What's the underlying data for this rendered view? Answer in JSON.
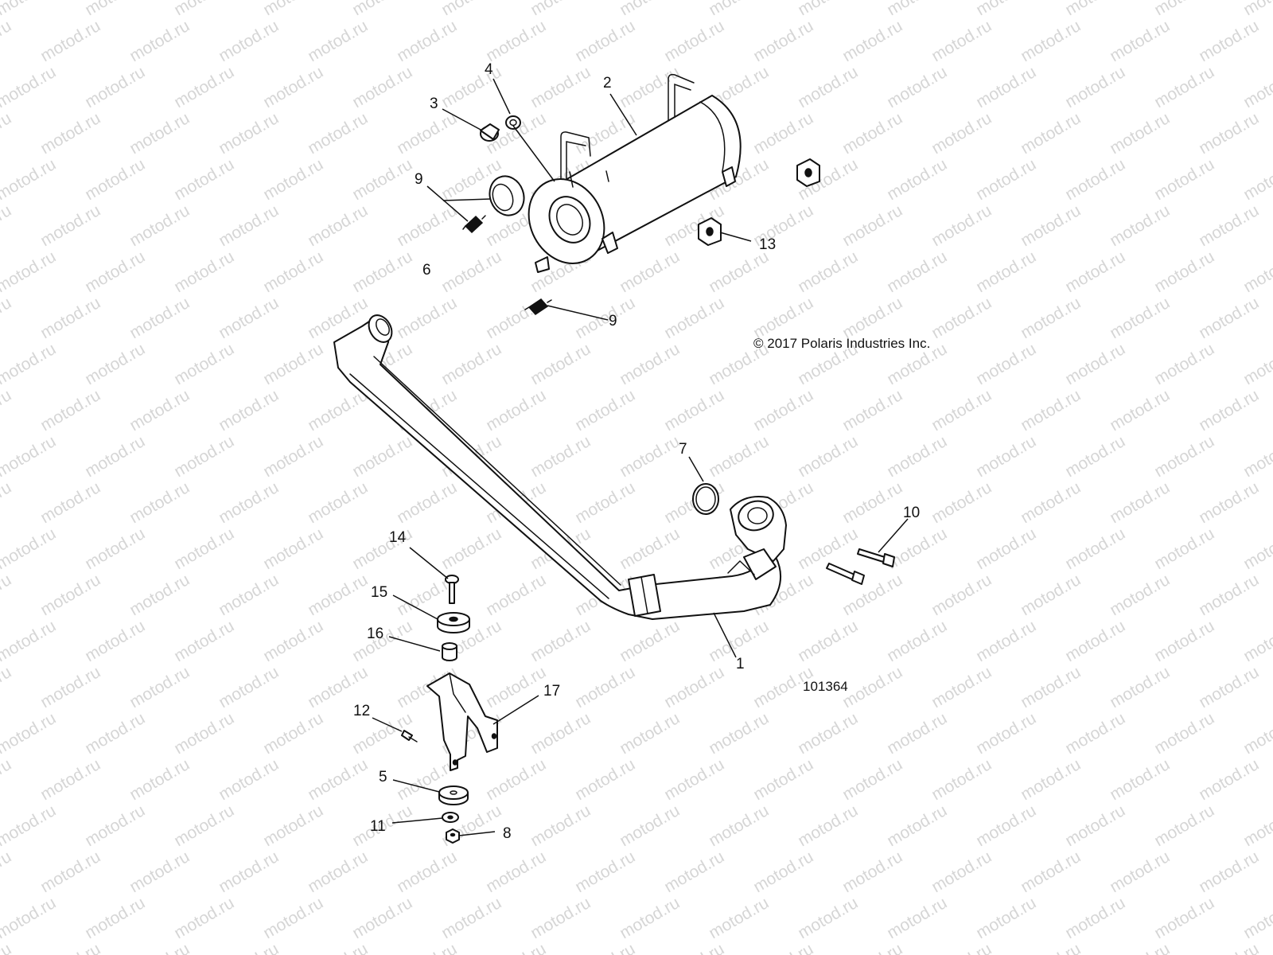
{
  "watermark": "motod.ru",
  "copyright": "© 2017 Polaris Industries Inc.",
  "diagram_id": "101364",
  "callouts": {
    "c1": "1",
    "c2": "2",
    "c3": "3",
    "c4": "4",
    "c5": "5",
    "c6": "6",
    "c7": "7",
    "c8": "8",
    "c9a": "9",
    "c9b": "9",
    "c10": "10",
    "c11": "11",
    "c12": "12",
    "c13": "13",
    "c14": "14",
    "c15": "15",
    "c16": "16",
    "c17": "17"
  }
}
